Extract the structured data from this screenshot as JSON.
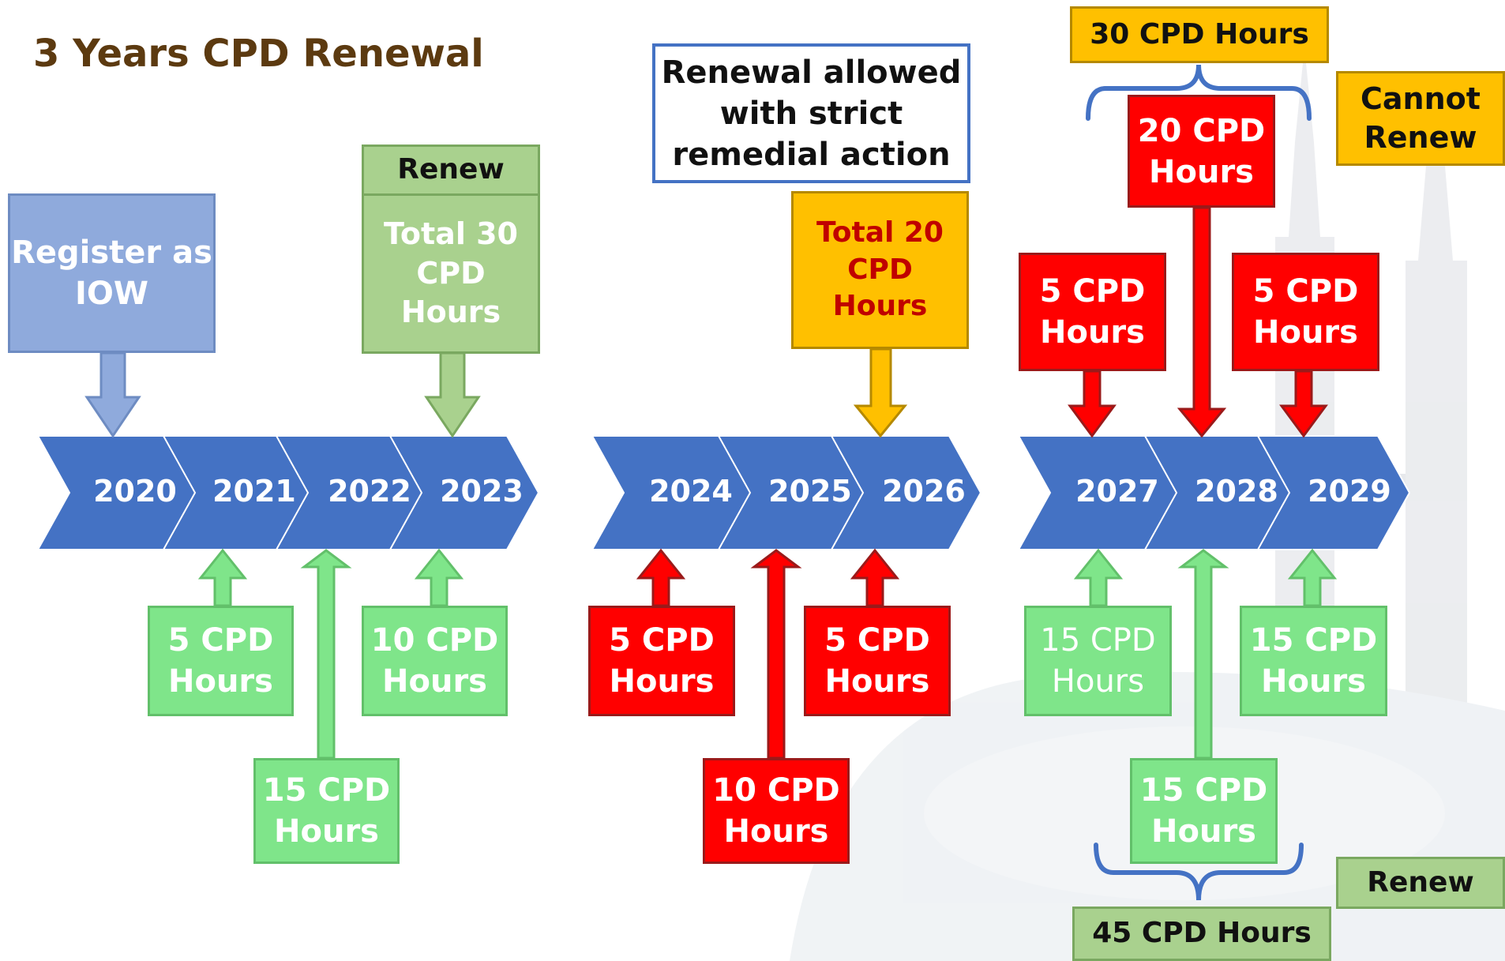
{
  "title": "3 Years CPD Renewal",
  "colors": {
    "chevron": "#4472c4",
    "green_box": "#7fe58a",
    "red_box": "#ff0000",
    "amber_box": "#ffc000",
    "sage_box": "#a9d18e",
    "blue_box": "#8faadc",
    "title_brown": "#5c3a10"
  },
  "years": [
    "2020",
    "2021",
    "2022",
    "2023",
    "2024",
    "2025",
    "2026",
    "2027",
    "2028",
    "2029"
  ],
  "register": {
    "line1": "Register as",
    "line2": "IOW"
  },
  "cycle1": {
    "renew_header": "Renew",
    "total": {
      "line1": "Total 30",
      "line2": "CPD",
      "line3": "Hours"
    },
    "below": [
      {
        "year": "2021",
        "line1": "5 CPD",
        "line2": "Hours"
      },
      {
        "year": "2022",
        "line1": "15 CPD",
        "line2": "Hours"
      },
      {
        "year": "2023",
        "line1": "10 CPD",
        "line2": "Hours"
      }
    ]
  },
  "cycle2": {
    "note": {
      "line1": "Renewal allowed",
      "line2": "with strict",
      "line3": "remedial action"
    },
    "total": {
      "line1": "Total 20",
      "line2": "CPD",
      "line3": "Hours"
    },
    "below": [
      {
        "year": "2024",
        "line1": "5 CPD",
        "line2": "Hours"
      },
      {
        "year": "2025",
        "line1": "10 CPD",
        "line2": "Hours"
      },
      {
        "year": "2026",
        "line1": "5 CPD",
        "line2": "Hours"
      }
    ]
  },
  "cycle3": {
    "top_total": "30 CPD Hours",
    "cannot_renew": {
      "line1": "Cannot",
      "line2": "Renew"
    },
    "above": [
      {
        "year": "2027",
        "line1": "5 CPD",
        "line2": "Hours"
      },
      {
        "year": "2028",
        "line1": "20 CPD",
        "line2": "Hours"
      },
      {
        "year": "2029",
        "line1": "5 CPD",
        "line2": "Hours"
      }
    ],
    "below": [
      {
        "year": "2027",
        "line1": "15 CPD",
        "line2": "Hours"
      },
      {
        "year": "2028",
        "line1": "15 CPD",
        "line2": "Hours"
      },
      {
        "year": "2029",
        "line1": "15 CPD",
        "line2": "Hours"
      }
    ],
    "renew": "Renew",
    "bottom_total": "45 CPD Hours"
  }
}
